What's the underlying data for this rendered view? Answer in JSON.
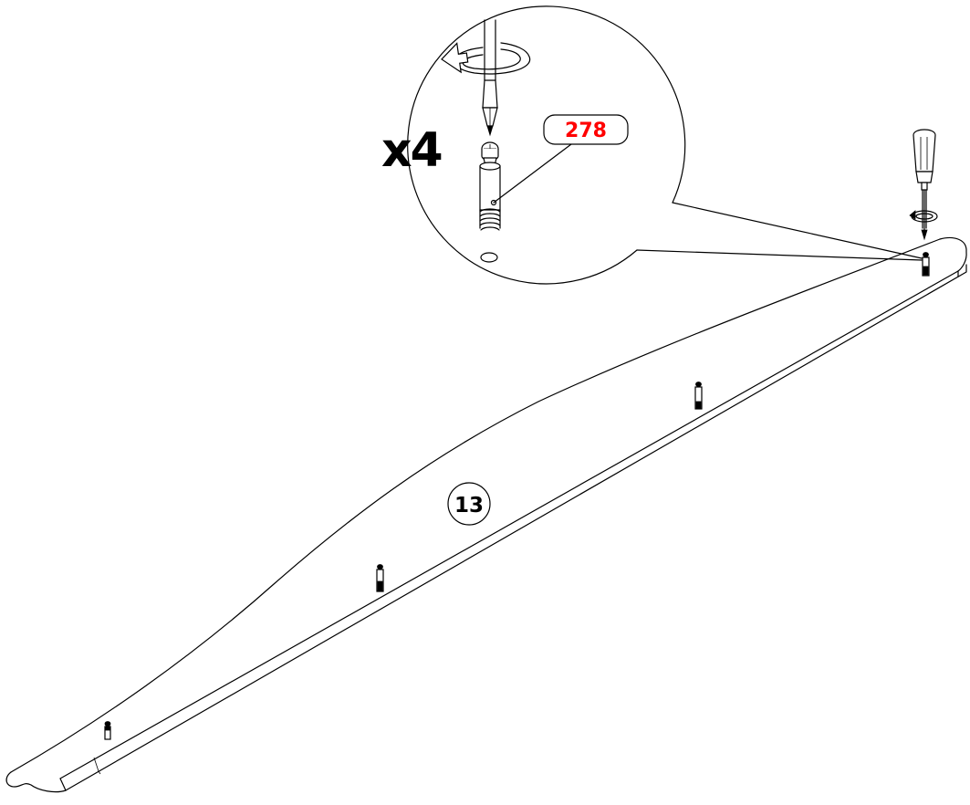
{
  "diagram": {
    "quantity_label": "x4",
    "part_callout": {
      "label": "278",
      "color": "#ff0000"
    },
    "panel_label": "13",
    "icons": {
      "screwdriver": "screwdriver-icon",
      "rotation_arrow": "rotate-clockwise-icon",
      "cam_bolt": "cam-bolt-icon"
    }
  }
}
